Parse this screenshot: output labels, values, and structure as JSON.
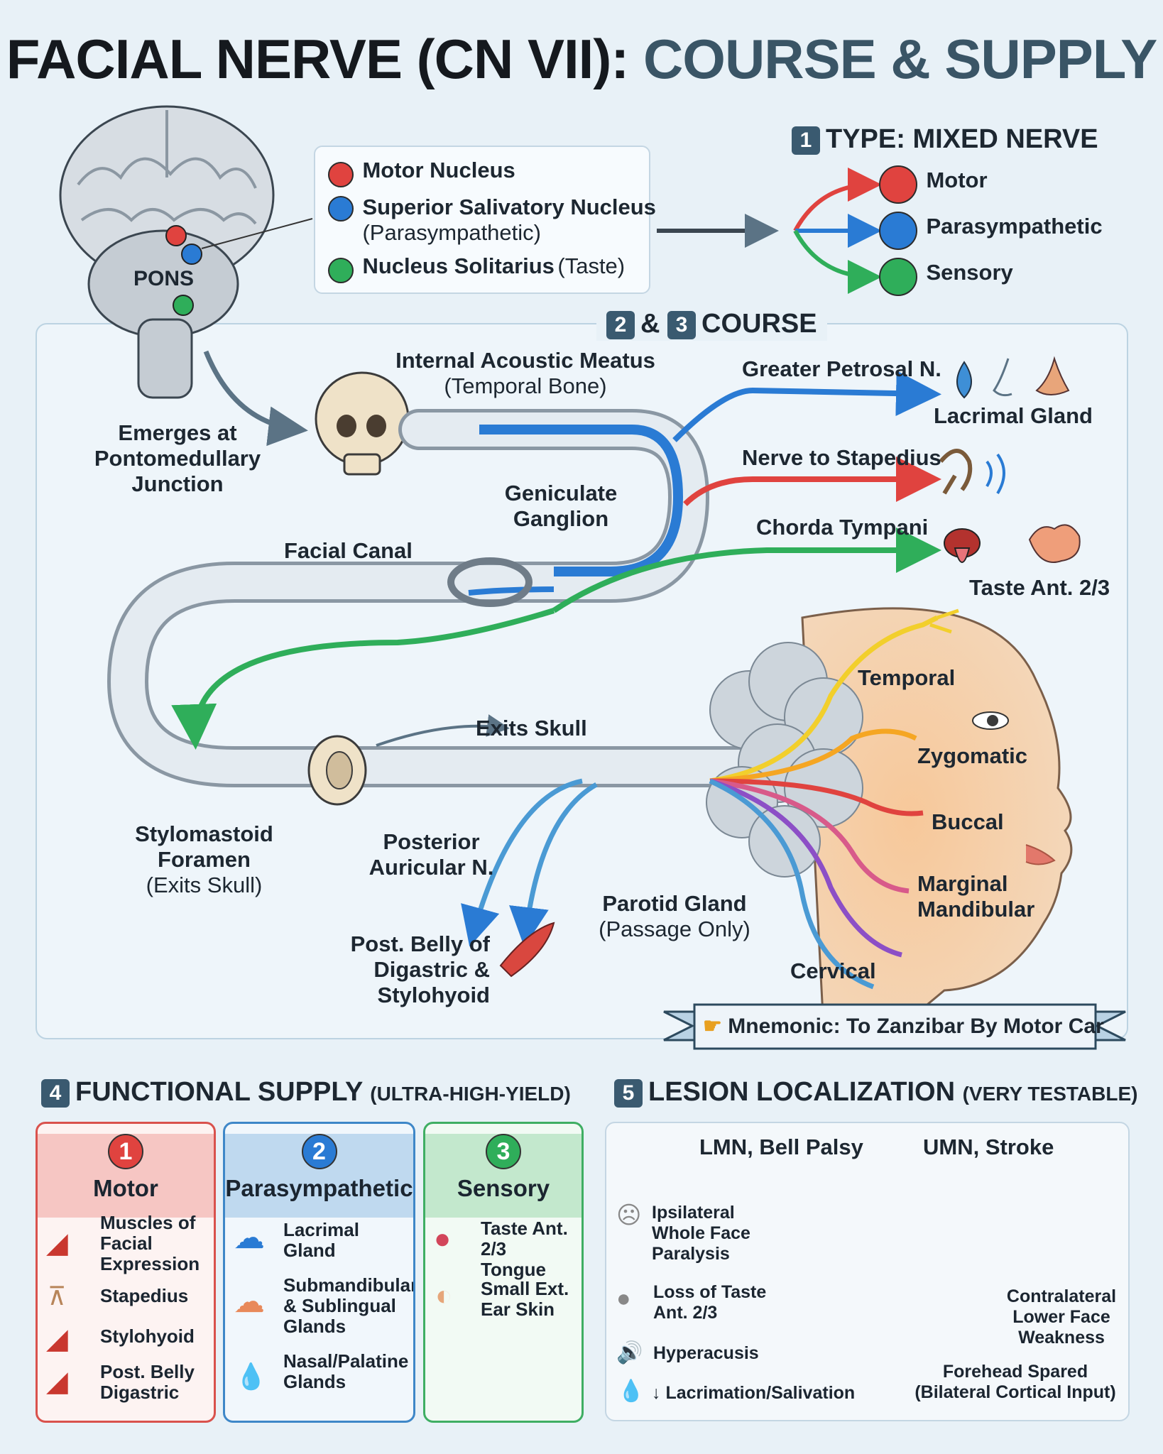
{
  "title": {
    "part1": "FACIAL NERVE (CN VII):",
    "part2": "COURSE & SUPPLY"
  },
  "brain": {
    "pons_label": "PONS"
  },
  "nuclei": [
    {
      "name": "Motor Nucleus",
      "note": "",
      "color": "#e0433f"
    },
    {
      "name": "Superior Salivatory Nucleus",
      "note": "(Parasympathetic)",
      "color": "#2a7bd4"
    },
    {
      "name": "Nucleus Solitarius",
      "note": "(Taste)",
      "color": "#2fae5a"
    }
  ],
  "type_section": {
    "number": "1",
    "heading": "TYPE: MIXED NERVE",
    "items": [
      {
        "label": "Motor",
        "color": "#e0433f"
      },
      {
        "label": "Parasympathetic",
        "color": "#2a7bd4"
      },
      {
        "label": "Sensory",
        "color": "#2fae5a"
      }
    ]
  },
  "course": {
    "num_a": "2",
    "amp": "&",
    "num_b": "3",
    "heading": "COURSE",
    "emerges": "Emerges at Pontomedullary Junction",
    "iam": "Internal Acoustic Meatus",
    "iam_sub": "(Temporal Bone)",
    "geniculate": "Geniculate Ganglion",
    "facial_canal": "Facial Canal",
    "exits": "Exits Skull",
    "stylo": "Stylomastoid Foramen",
    "stylo_sub": "(Exits Skull)",
    "post_aur": "Posterior Auricular N.",
    "post_belly": "Post. Belly of Digastric & Stylohyoid",
    "parotid": "Parotid Gland",
    "parotid_sub": "(Passage Only)",
    "branches": [
      {
        "name": "Greater Petrosal N.",
        "target": "Lacrimal Gland",
        "color": "#2a7bd4"
      },
      {
        "name": "Nerve to Stapedius",
        "target": "",
        "color": "#e0433f"
      },
      {
        "name": "Chorda Tympani",
        "target": "Taste Ant. 2/3",
        "color": "#2fae5a"
      }
    ],
    "facial_branches": [
      "Temporal",
      "Zygomatic",
      "Buccal",
      "Marginal Mandibular",
      "Cervical"
    ],
    "mnemonic": "Mnemonic: To Zanzibar By Motor Car"
  },
  "functional": {
    "number": "4",
    "heading": "FUNCTIONAL SUPPLY",
    "tag": "(ULTRA-HIGH-YIELD)",
    "cards": [
      {
        "num": "1",
        "name": "Motor",
        "items": [
          "Muscles of Facial Expression",
          "Stapedius",
          "Stylohyoid",
          "Post. Belly Digastric"
        ]
      },
      {
        "num": "2",
        "name": "Parasympathetic",
        "items": [
          "Lacrimal Gland",
          "Submandibular & Sublingual Glands",
          "Nasal/Palatine Glands"
        ]
      },
      {
        "num": "3",
        "name": "Sensory",
        "items": [
          "Taste Ant. 2/3 Tongue",
          "Small Ext. Ear Skin"
        ]
      }
    ]
  },
  "lesion": {
    "number": "5",
    "heading": "LESION LOCALIZATION",
    "tag": "(VERY TESTABLE)",
    "lmn": "LMN, Bell Palsy",
    "umn": "UMN, Stroke",
    "lmn_signs": [
      "Ipsilateral Whole Face Paralysis",
      "Loss of Taste Ant. 2/3",
      "Hyperacusis",
      "↓ Lacrimation/Salivation"
    ],
    "umn_contra": "Contralateral Lower Face Weakness",
    "umn_forehead": "Forehead Spared",
    "umn_forehead_sub": "(Bilateral Cortical Input)"
  }
}
